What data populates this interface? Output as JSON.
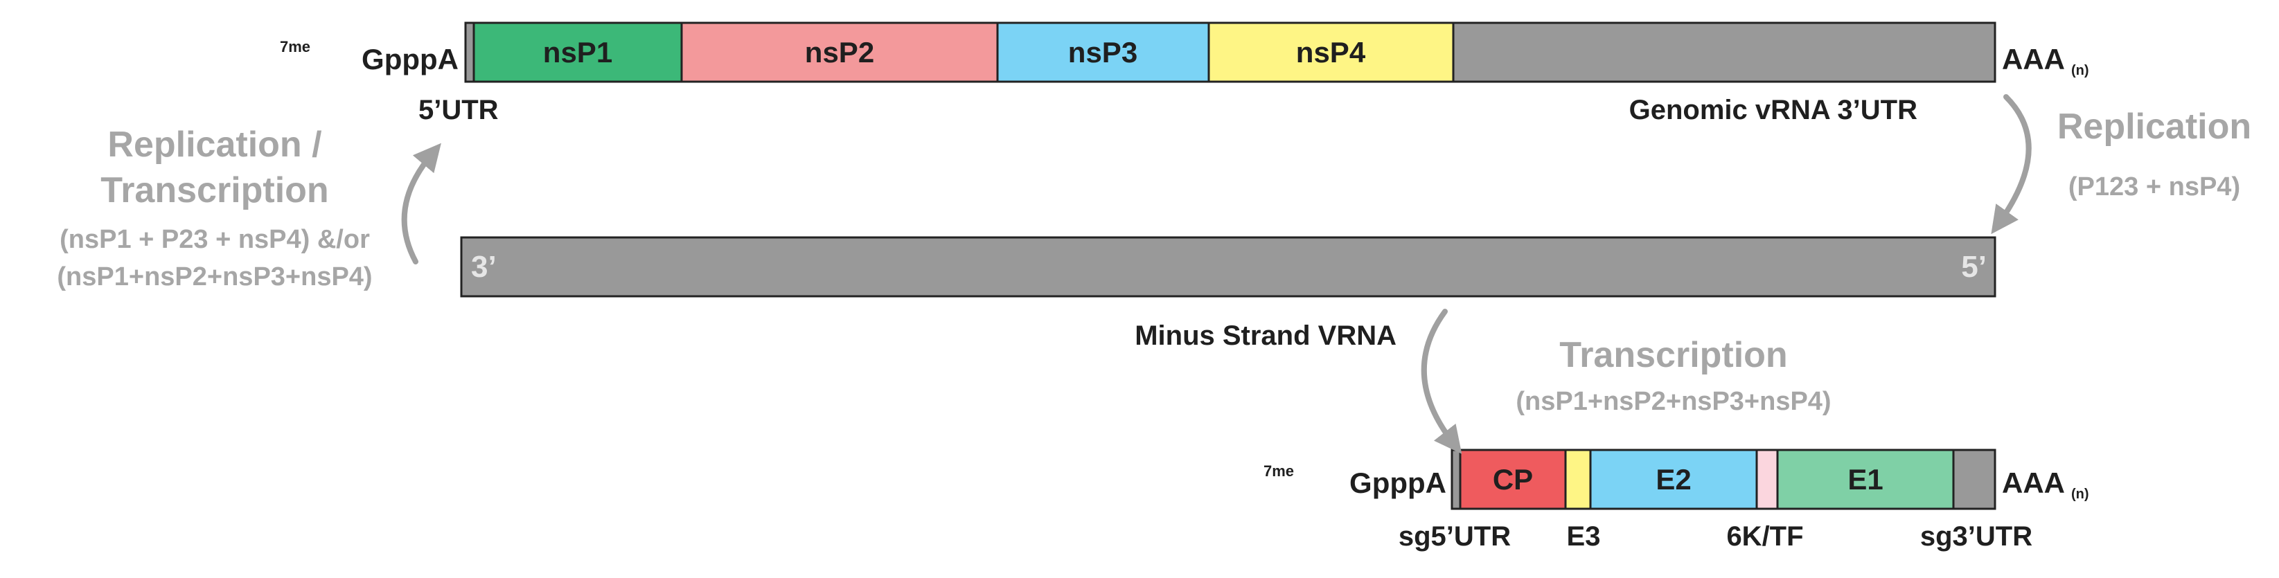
{
  "colors": {
    "grey_bar": "#999999",
    "arrow_grey": "#a0a0a0",
    "label_dark": "#1f1f1f",
    "label_grey": "#a6a6a6",
    "outline": "#222222",
    "utr_white_text": "#e6e6e6"
  },
  "genomic": {
    "cap_prefix": "7me",
    "cap": "GpppA",
    "segments": [
      {
        "label": "nsP1",
        "color": "#3cb878"
      },
      {
        "label": "nsP2",
        "color": "#f3999b"
      },
      {
        "label": "nsP3",
        "color": "#7bd3f5"
      },
      {
        "label": "nsP4",
        "color": "#fef585"
      },
      {
        "label": "",
        "color": "#999999"
      }
    ],
    "polyA": "AAA",
    "polyA_sub": "(n)",
    "utr5_label": "5’UTR",
    "utr3_label": "Genomic vRNA 3’UTR"
  },
  "minus_strand": {
    "left_end": "3’",
    "right_end": "5’",
    "label": "Minus Strand VRNA"
  },
  "subgenomic": {
    "cap_prefix": "7me",
    "cap": "GpppA",
    "segments": [
      {
        "label": "CP",
        "color": "#ef5b5e"
      },
      {
        "label": "",
        "color": "#fef585"
      },
      {
        "label": "E2",
        "color": "#7bd3f5"
      },
      {
        "label": "",
        "color": "#fbd6de"
      },
      {
        "label": "E1",
        "color": "#7fd0a6"
      },
      {
        "label": "",
        "color": "#999999"
      }
    ],
    "polyA": "AAA",
    "polyA_sub": "(n)",
    "labels": {
      "sg5utr": "sg5’UTR",
      "e3": "E3",
      "k6tf": "6K/TF",
      "sg3utr": "sg3’UTR"
    }
  },
  "processes": {
    "left": {
      "title_line1": "Replication /",
      "title_line2": "Transcription",
      "sub_line1": "(nsP1 + P23 + nsP4) &/or",
      "sub_line2": "(nsP1+nsP2+nsP3+nsP4)"
    },
    "right": {
      "title": "Replication",
      "sub": "(P123 + nsP4)"
    },
    "bottom": {
      "title": "Transcription",
      "sub": "(nsP1+nsP2+nsP3+nsP4)"
    }
  }
}
